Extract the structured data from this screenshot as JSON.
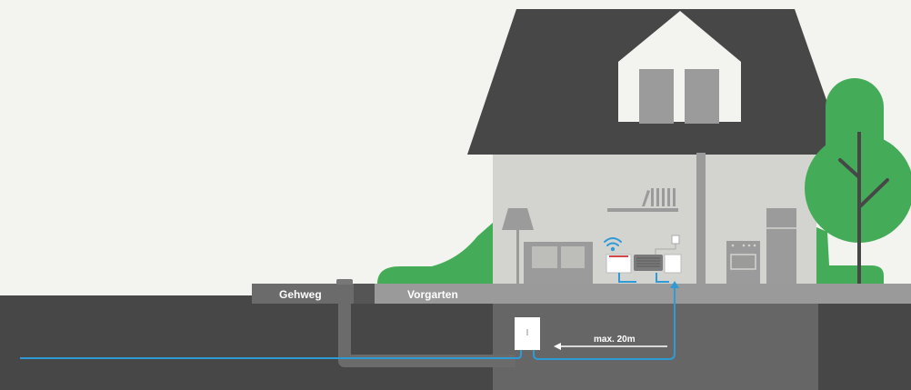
{
  "labels": {
    "sidewalk": "Gehweg",
    "front_yard": "Vorgarten",
    "distance": "max. 20m"
  },
  "colors": {
    "background": "#f3f3ef",
    "roof": "#474747",
    "house_wall": "#d3d3cf",
    "ground_surface": "#9a9a9a",
    "underground": "#474747",
    "basement": "#666666",
    "grass": "#44ac58",
    "fiber_cable": "#2e9ad6",
    "conduit": "#6b6b6b"
  },
  "icons": {
    "wifi": "wifi-icon",
    "router": "router-icon",
    "fiber_box": "fiber-termination-box-icon"
  }
}
